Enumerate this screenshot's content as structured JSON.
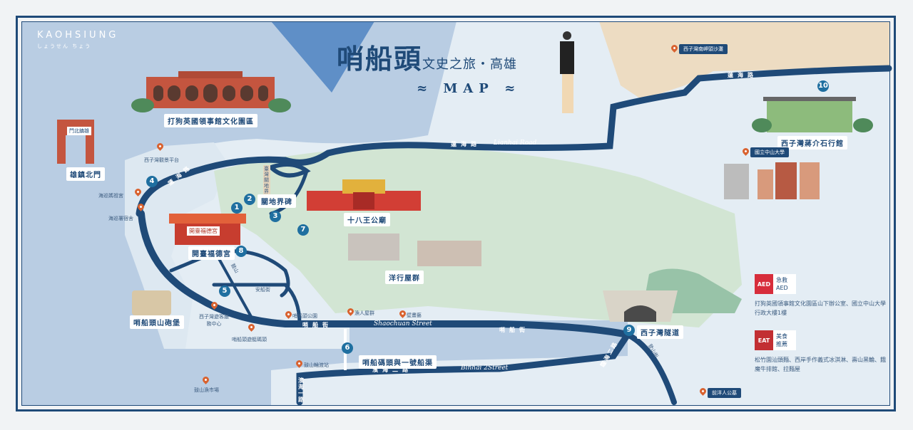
{
  "brand": {
    "name": "KAOHSIUNG",
    "sub": "しょうせん ちょう"
  },
  "title": {
    "main": "哨船頭",
    "sub": "文史之旅・高雄",
    "map": "MAP",
    "wave": "≈"
  },
  "landmarks": [
    {
      "num": "1",
      "label": "打狗英國領事館文化園區"
    },
    {
      "num": "2",
      "label": "關地界碑"
    },
    {
      "num": "3",
      "label": "十八王公廟"
    },
    {
      "num": "4",
      "label": "雄鎮北門"
    },
    {
      "num": "5",
      "label": "哨船頭山砲堡"
    },
    {
      "num": "6",
      "label": "哨船碼頭與一號船渠"
    },
    {
      "num": "7",
      "label": "洋行屋群"
    },
    {
      "num": "8",
      "label": "開臺福德宮"
    },
    {
      "num": "9",
      "label": "西子灣隧道"
    },
    {
      "num": "10",
      "label": "西子灣蔣介石行館"
    }
  ],
  "signs": {
    "north_gate": "門北鎮雄",
    "temple": "開臺福德宮",
    "boundary_stone": "臺灣關地界"
  },
  "pins": [
    {
      "label": "西子灣觀景平台"
    },
    {
      "label": "海巡媽祖宮"
    },
    {
      "label": "海巡署宿舍"
    },
    {
      "label": "西子灣遊客服務中心"
    },
    {
      "label": "哨船頭遊艇碼頭"
    },
    {
      "label": "哨船頭公園"
    },
    {
      "label": "漁人屋群"
    },
    {
      "label": "壁畫藝"
    },
    {
      "label": "鼓山輪渡站"
    },
    {
      "label": "鼓山漁市場"
    }
  ],
  "tag_pins": [
    {
      "label": "西子灣南岬頭沙灘"
    },
    {
      "label": "國立中山大學"
    },
    {
      "label": "前洋人公墓"
    }
  ],
  "roads": {
    "lianhai_zh": "蓮海路",
    "lianhai_en": "Lianhai Road",
    "shaochuan_zh": "哨船街",
    "shaochuan_en": "Shaochuan Street",
    "binhai2_zh": "濱海二路",
    "binhai2_en": "Binhai 2Street",
    "binhai1_zh": "濱海一路",
    "anchuan": "安船街",
    "dengshan": "登山街",
    "lianhai2": "臨海二路",
    "gushan": "鼓山"
  },
  "legend": {
    "aed": {
      "icon": "AED",
      "title": "急救 AED",
      "text": "打狗英國領事館文化園區山下辦公室、國立中山大學行政大樓1樓"
    },
    "food": {
      "icon": "EAT",
      "title": "美食 推薦",
      "text": "松竹園汕頭麵、西岸手作義式冰淇淋、壽山黑輪、餓魔牛排館、拉麵屋"
    }
  },
  "colors": {
    "navy": "#1f4a78",
    "sea": "#b9cde3",
    "land": "#e4edf4",
    "green": "#d2e5d3",
    "sand": "#eddcc2",
    "pin": "#d9622f",
    "brick": "#c4553f"
  }
}
